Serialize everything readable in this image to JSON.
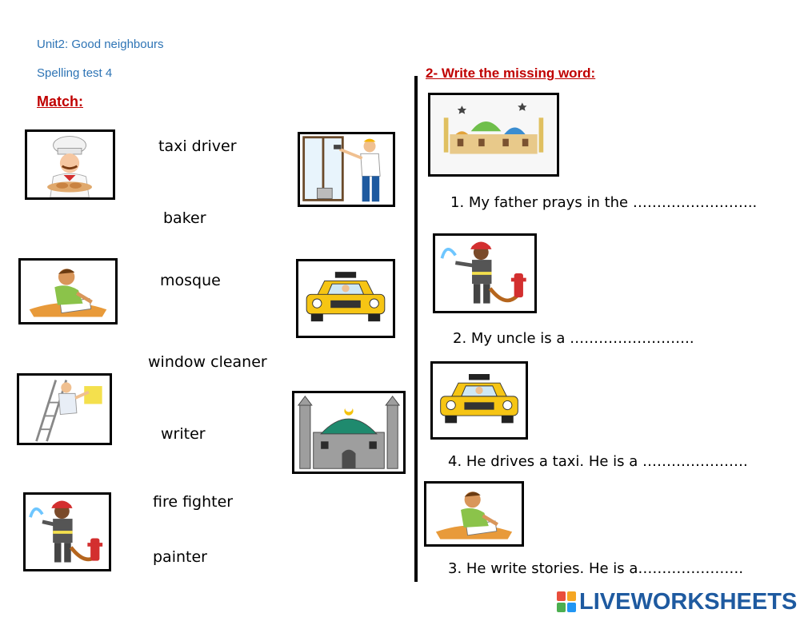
{
  "header": {
    "unit": "Unit2: Good neighbours",
    "test": "Spelling test 4"
  },
  "match_section": {
    "title": "Match:",
    "words": [
      "taxi driver",
      "baker",
      "mosque",
      "window cleaner",
      "writer",
      "fire fighter",
      "painter"
    ],
    "left_pictures": [
      "baker",
      "writer",
      "painter",
      "fire fighter"
    ],
    "middle_pictures": [
      "window cleaner",
      "taxi driver",
      "mosque"
    ]
  },
  "missing_word_section": {
    "title": "2- Write the missing word:",
    "pictures": [
      "mosque",
      "fire fighter",
      "taxi driver",
      "writer"
    ],
    "sentences": [
      "1.  My father prays in the ……………………..",
      "2. My uncle is a  ……………………..",
      "4. He drives a taxi. He is a ………………….",
      "3. He write stories. He is a…………………."
    ]
  },
  "footer": {
    "brand": "LIVEWORKSHEETS",
    "logo_colors": [
      "#e94e3c",
      "#f5a623",
      "#4caf50",
      "#2196f3"
    ],
    "brand_color": "#1e5aa0"
  },
  "colors": {
    "header_blue": "#2e74b5",
    "title_red": "#c00000"
  }
}
